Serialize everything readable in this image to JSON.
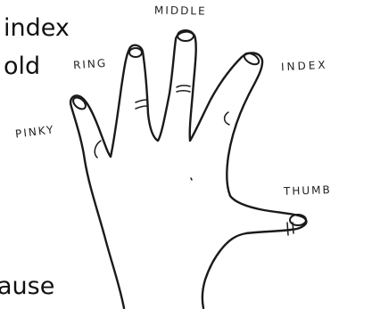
{
  "cropped_text": {
    "line_1": "index",
    "line_2": "old",
    "line_3": "ause"
  },
  "finger_labels": {
    "middle": "MIDDLE",
    "ring": "RING",
    "index": "INDEX",
    "pinky": "PINKY",
    "thumb": "THUMB"
  }
}
